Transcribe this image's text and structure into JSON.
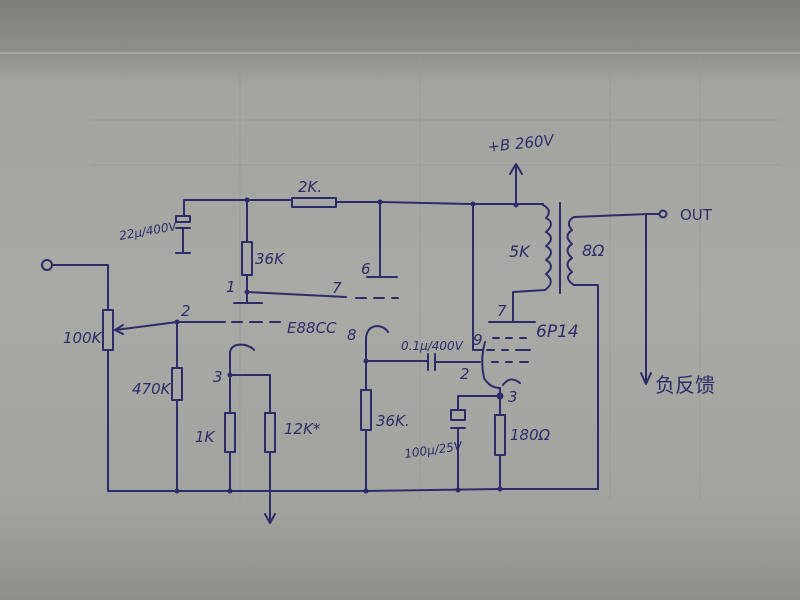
{
  "diagram": {
    "type": "hand-drawn tube amplifier schematic",
    "tubes": {
      "driver": "E88CC",
      "output": "6P14"
    },
    "supply": "+B 260V",
    "output_label": "OUT",
    "feedback_label": "负反馈",
    "components": {
      "pot": "100K",
      "grid_resistor": "470K",
      "driver_cathode_r": "1K",
      "feedback_r": "12K*",
      "driver_plate_r": "36K",
      "decoupling_r": "2K.",
      "decoupling_cap": "22µ/400V",
      "coupling_cap": "0.1µ/400V",
      "output_grid_r": "36K.",
      "output_cathode_cap": "100µ/25V",
      "output_cathode_r": "180Ω",
      "primary": "5K",
      "secondary": "8Ω"
    },
    "pins": {
      "e88cc_grid": "2",
      "e88cc_cathode": "3",
      "e88cc_plate1": "1",
      "e88cc_plate2": "6",
      "e88cc_grid2": "7",
      "e88cc_cathode2": "8",
      "p14_plate": "7",
      "p14_screen": "9",
      "p14_grid": "2",
      "p14_cathode": "3"
    }
  }
}
